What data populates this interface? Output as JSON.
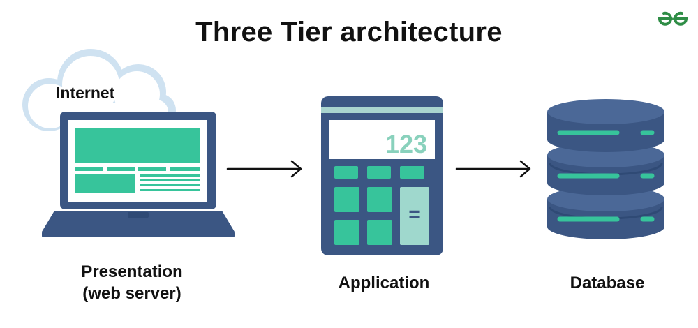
{
  "diagram": {
    "title": "Three Tier architecture",
    "logo_icon": "geeksforgeeks-logo-icon",
    "accent_color": "#37c49b",
    "dark_color": "#3b5683",
    "tiers": [
      {
        "id": "presentation",
        "icon": "laptop-icon",
        "cloud_label": "Internet",
        "caption_line1": "Presentation",
        "caption_line2": "(web server)"
      },
      {
        "id": "application",
        "icon": "calculator-icon",
        "display": "123",
        "key_label": "=",
        "caption": "Application"
      },
      {
        "id": "database",
        "icon": "database-server-icon",
        "caption": "Database"
      }
    ],
    "connectors": [
      {
        "from": "presentation",
        "to": "application",
        "icon": "arrow-right-icon"
      },
      {
        "from": "application",
        "to": "database",
        "icon": "arrow-right-icon"
      }
    ]
  }
}
